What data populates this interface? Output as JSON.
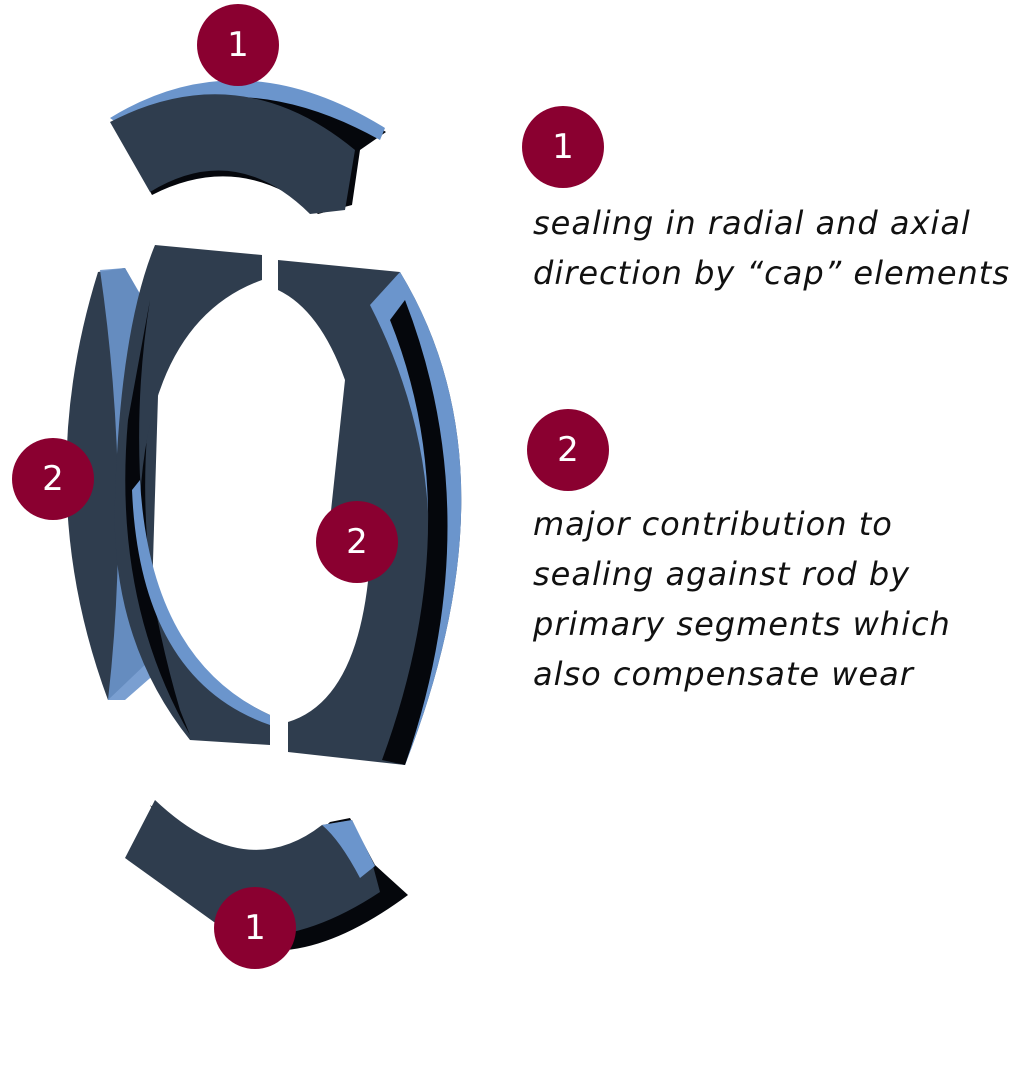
{
  "callouts": [
    {
      "number": "1",
      "text_lines": [
        "sealing in radial and axial",
        "direction by “cap” elements"
      ]
    },
    {
      "number": "2",
      "text_lines": [
        "major contribution to",
        "sealing against rod by",
        "primary segments which",
        "also compensate wear"
      ]
    }
  ],
  "markers": {
    "cap_top": "1",
    "cap_bottom": "1",
    "segment_left": "2",
    "segment_right": "2"
  },
  "colors": {
    "badge": "#8a0030",
    "segment_face": "#2f3d4e",
    "segment_edge": "#6b95cc",
    "shadow": "#05070c"
  }
}
